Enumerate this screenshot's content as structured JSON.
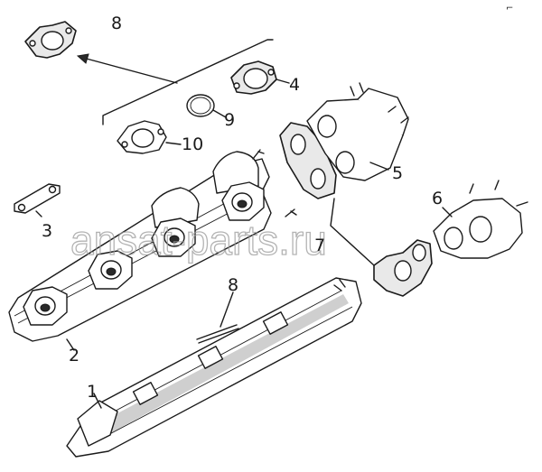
{
  "diagram": {
    "watermark": "ansat-parts.ru",
    "corner_mark": "⌐",
    "callouts": [
      {
        "id": "1",
        "text": "1"
      },
      {
        "id": "2",
        "text": "2"
      },
      {
        "id": "3",
        "text": "3"
      },
      {
        "id": "4",
        "text": "4"
      },
      {
        "id": "5",
        "text": "5"
      },
      {
        "id": "6",
        "text": "6"
      },
      {
        "id": "7",
        "text": "7"
      },
      {
        "id": "8a",
        "text": "8"
      },
      {
        "id": "8b",
        "text": "8"
      },
      {
        "id": "9",
        "text": "9"
      },
      {
        "id": "10",
        "text": "10"
      }
    ]
  }
}
